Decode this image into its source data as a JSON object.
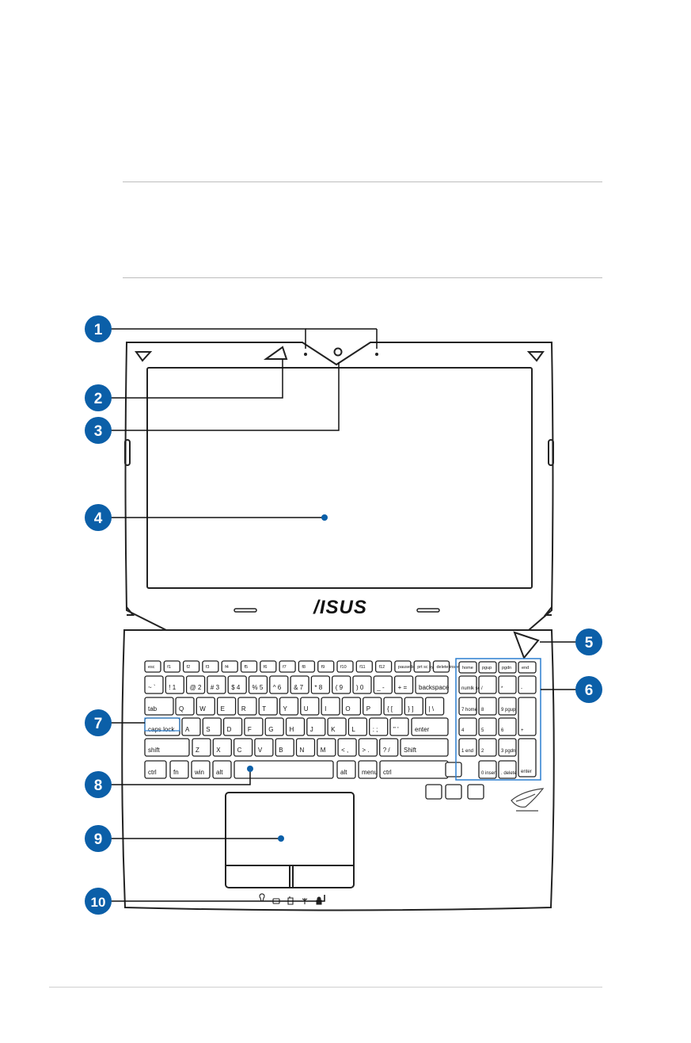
{
  "callouts": [
    "1",
    "2",
    "3",
    "4",
    "5",
    "6",
    "7",
    "8",
    "9",
    "10"
  ],
  "brand": "/ISUS",
  "colors": {
    "accent": "#0b5fa8",
    "outline": "#222222"
  },
  "keyboard": {
    "fn_row": [
      "esc",
      "f1",
      "f2",
      "f3",
      "f4",
      "f5",
      "f6",
      "f7",
      "f8",
      "f9",
      "f10",
      "f11",
      "f12",
      "pause break",
      "prt sc sysrq",
      "delete insert"
    ],
    "num_row": [
      "~ `",
      "! 1",
      "@ 2",
      "# 3",
      "$ 4",
      "% 5",
      "^ 6",
      "& 7",
      "* 8",
      "( 9",
      ") 0",
      "_ -",
      "+ =",
      "backspace"
    ],
    "q_row": [
      "tab",
      "Q",
      "W",
      "E",
      "R",
      "T",
      "Y",
      "U",
      "I",
      "O",
      "P",
      "{ [",
      "} ]",
      "| \\"
    ],
    "a_row": [
      "caps lock",
      "A",
      "S",
      "D",
      "F",
      "G",
      "H",
      "J",
      "K",
      "L",
      ": ;",
      "\" '",
      "enter"
    ],
    "z_row": [
      "shift",
      "Z",
      "X",
      "C",
      "V",
      "B",
      "N",
      "M",
      "< ,",
      "> .",
      "? /",
      "Shift"
    ],
    "bottom_row": [
      "ctrl",
      "fn",
      "win",
      "alt",
      "",
      "alt",
      "menu",
      "ctrl"
    ],
    "nav_row": [
      "home",
      "pgup",
      "pgdn",
      "end"
    ],
    "numpad": [
      "numlk scr lk",
      "/",
      "*",
      "-",
      "7 home",
      "8",
      "9 pgup",
      "+",
      "4",
      "5",
      "6",
      "1 end",
      "2",
      "3 pgdn",
      "enter",
      "0 insert",
      ". delete"
    ]
  },
  "indicators": [
    "power-indicator-icon",
    "battery-indicator-icon",
    "drive-indicator-icon",
    "wireless-indicator-icon",
    "lock-indicator-icon"
  ]
}
